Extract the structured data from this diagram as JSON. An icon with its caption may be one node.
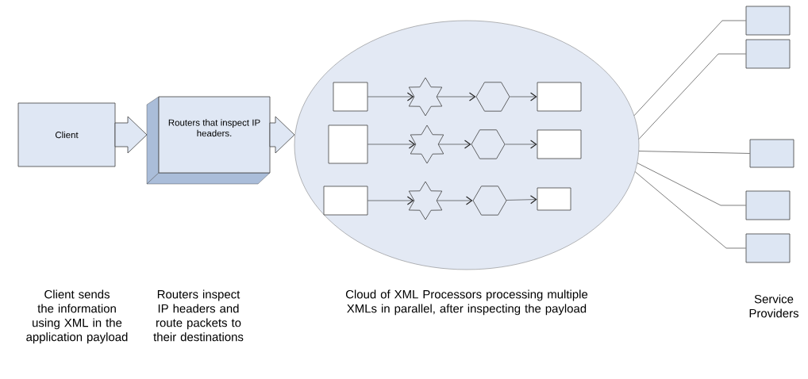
{
  "diagram": {
    "nodes": [
      {
        "text": [
          "Client"
        ]
      },
      {
        "text": [
          "Routers that inspect IP headers."
        ]
      },
      {
        "text": [],
        "shape": "ellipse"
      },
      {
        "text": [],
        "shape": "box",
        "in": 2
      },
      {
        "text": [],
        "shape": "star",
        "in": 2
      },
      {
        "text": [],
        "shape": "hexagon",
        "in": 2
      },
      {
        "text": [],
        "shape": "box",
        "in": 2
      },
      {
        "text": [],
        "shape": "box",
        "in": 2
      },
      {
        "text": [],
        "shape": "star",
        "in": 2
      },
      {
        "text": [],
        "shape": "hexagon",
        "in": 2
      },
      {
        "text": [],
        "shape": "box",
        "in": 2
      },
      {
        "text": [],
        "shape": "box",
        "in": 2
      },
      {
        "text": [],
        "shape": "star",
        "in": 2
      },
      {
        "text": [],
        "shape": "hexagon",
        "in": 2
      },
      {
        "text": [],
        "shape": "box",
        "in": 2
      },
      {
        "text": [],
        "shape": "box"
      },
      {
        "text": [],
        "shape": "box"
      },
      {
        "text": [],
        "shape": "box"
      },
      {
        "text": [],
        "shape": "box"
      },
      {
        "text": [],
        "shape": "box"
      }
    ],
    "edges": [
      {
        "from": 0,
        "to": 1,
        "arrow": "to",
        "style": "thick"
      },
      {
        "from": 1,
        "to": 2,
        "arrow": "to",
        "style": "thick"
      },
      {
        "from": 3,
        "to": 4,
        "arrow": "to"
      },
      {
        "from": 4,
        "to": 5,
        "arrow": "to"
      },
      {
        "from": 5,
        "to": 6,
        "arrow": "to"
      },
      {
        "from": 7,
        "to": 8,
        "arrow": "to"
      },
      {
        "from": 8,
        "to": 9,
        "arrow": "to"
      },
      {
        "from": 9,
        "to": 10,
        "arrow": "to"
      },
      {
        "from": 11,
        "to": 12,
        "arrow": "to"
      },
      {
        "from": 12,
        "to": 13,
        "arrow": "to"
      },
      {
        "from": 13,
        "to": 14,
        "arrow": "to"
      },
      {
        "from": 2,
        "to": 15,
        "arrow": "none"
      },
      {
        "from": 2,
        "to": 16,
        "arrow": "none"
      },
      {
        "from": 2,
        "to": 17,
        "arrow": "none"
      },
      {
        "from": 2,
        "to": 18,
        "arrow": "none"
      },
      {
        "from": 2,
        "to": 19,
        "arrow": "none"
      }
    ],
    "labels": [
      "Client sends the information using XML in the application payload",
      "Routers inspect IP headers and route packets to their destinations",
      "Cloud of XML Processors processing multiple  XMLs in parallel, after inspecting the payload",
      "Service Providers"
    ]
  }
}
